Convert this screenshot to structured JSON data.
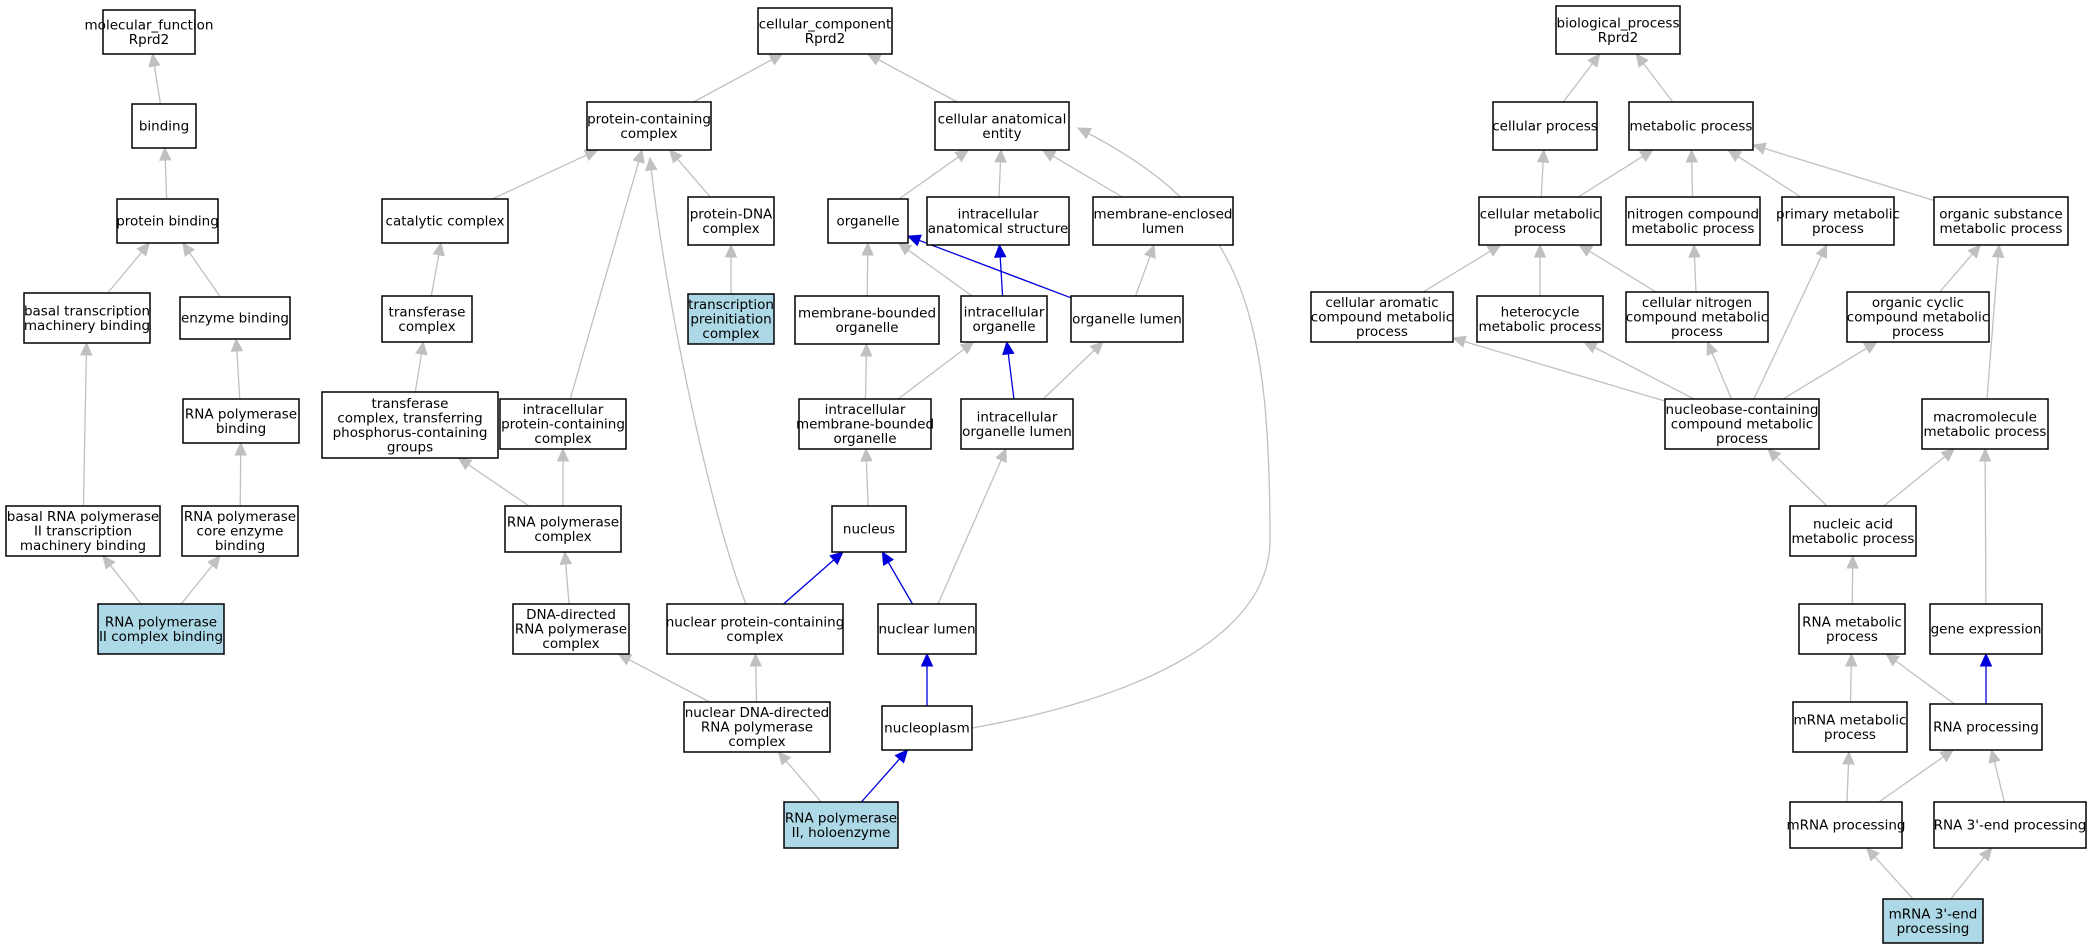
{
  "colors": {
    "edge_default": "#c0c0c0",
    "edge_highlight": "#0000dd",
    "node_default": "#ffffff",
    "node_highlight": "#add8e6"
  },
  "nodes": [
    {
      "id": "mf_root",
      "lines": [
        "molecular_function",
        "Rprd2"
      ],
      "highlight": false
    },
    {
      "id": "binding",
      "lines": [
        "binding"
      ],
      "highlight": false
    },
    {
      "id": "protein_binding",
      "lines": [
        "protein binding"
      ],
      "highlight": false
    },
    {
      "id": "basal_tx_machinery_binding",
      "lines": [
        "basal transcription",
        "machinery binding"
      ],
      "highlight": false
    },
    {
      "id": "enzyme_binding",
      "lines": [
        "enzyme binding"
      ],
      "highlight": false
    },
    {
      "id": "rnap_binding",
      "lines": [
        "RNA polymerase",
        "binding"
      ],
      "highlight": false
    },
    {
      "id": "basal_rnapii_tx_machinery_binding",
      "lines": [
        "basal RNA polymerase",
        "II transcription",
        "machinery binding"
      ],
      "highlight": false
    },
    {
      "id": "rnap_core_enzyme_binding",
      "lines": [
        "RNA polymerase",
        "core enzyme",
        "binding"
      ],
      "highlight": false
    },
    {
      "id": "rnapii_complex_binding",
      "lines": [
        "RNA polymerase",
        "II complex binding"
      ],
      "highlight": true
    },
    {
      "id": "cc_root",
      "lines": [
        "cellular_component",
        "Rprd2"
      ],
      "highlight": false
    },
    {
      "id": "protein_containing_complex",
      "lines": [
        "protein-containing",
        "complex"
      ],
      "highlight": false
    },
    {
      "id": "cellular_anatomical_entity",
      "lines": [
        "cellular anatomical",
        "entity"
      ],
      "highlight": false
    },
    {
      "id": "catalytic_complex",
      "lines": [
        "catalytic complex"
      ],
      "highlight": false
    },
    {
      "id": "protein_dna_complex",
      "lines": [
        "protein-DNA",
        "complex"
      ],
      "highlight": false
    },
    {
      "id": "organelle",
      "lines": [
        "organelle"
      ],
      "highlight": false
    },
    {
      "id": "intracellular_anatomical_structure",
      "lines": [
        "intracellular",
        "anatomical structure"
      ],
      "highlight": false
    },
    {
      "id": "membrane_enclosed_lumen",
      "lines": [
        "membrane-enclosed",
        "lumen"
      ],
      "highlight": false
    },
    {
      "id": "transferase_complex",
      "lines": [
        "transferase",
        "complex"
      ],
      "highlight": false
    },
    {
      "id": "transcription_preinitiation_complex",
      "lines": [
        "transcription",
        "preinitiation",
        "complex"
      ],
      "highlight": true
    },
    {
      "id": "membrane_bounded_organelle",
      "lines": [
        "membrane-bounded",
        "organelle"
      ],
      "highlight": false
    },
    {
      "id": "intracellular_organelle",
      "lines": [
        "intracellular",
        "organelle"
      ],
      "highlight": false
    },
    {
      "id": "organelle_lumen",
      "lines": [
        "organelle lumen"
      ],
      "highlight": false
    },
    {
      "id": "transferase_complex_phosphorus",
      "lines": [
        "transferase",
        "complex, transferring",
        "phosphorus-containing",
        "groups"
      ],
      "highlight": false
    },
    {
      "id": "intracellular_protein_containing_complex",
      "lines": [
        "intracellular",
        "protein-containing",
        "complex"
      ],
      "highlight": false
    },
    {
      "id": "intracellular_membrane_bounded_organelle",
      "lines": [
        "intracellular",
        "membrane-bounded",
        "organelle"
      ],
      "highlight": false
    },
    {
      "id": "intracellular_organelle_lumen",
      "lines": [
        "intracellular",
        "organelle lumen"
      ],
      "highlight": false
    },
    {
      "id": "rna_polymerase_complex",
      "lines": [
        "RNA polymerase",
        "complex"
      ],
      "highlight": false
    },
    {
      "id": "nucleus",
      "lines": [
        "nucleus"
      ],
      "highlight": false
    },
    {
      "id": "dna_directed_rnap_complex",
      "lines": [
        "DNA-directed",
        "RNA polymerase",
        "complex"
      ],
      "highlight": false
    },
    {
      "id": "nuclear_protein_containing_complex",
      "lines": [
        "nuclear protein-containing",
        "complex"
      ],
      "highlight": false
    },
    {
      "id": "nuclear_lumen",
      "lines": [
        "nuclear lumen"
      ],
      "highlight": false
    },
    {
      "id": "nuclear_dna_directed_rnap_complex",
      "lines": [
        "nuclear DNA-directed",
        "RNA polymerase",
        "complex"
      ],
      "highlight": false
    },
    {
      "id": "nucleoplasm",
      "lines": [
        "nucleoplasm"
      ],
      "highlight": false
    },
    {
      "id": "rnapii_holoenzyme",
      "lines": [
        "RNA polymerase",
        "II, holoenzyme"
      ],
      "highlight": true
    },
    {
      "id": "bp_root",
      "lines": [
        "biological_process",
        "Rprd2"
      ],
      "highlight": false
    },
    {
      "id": "cellular_process",
      "lines": [
        "cellular process"
      ],
      "highlight": false
    },
    {
      "id": "metabolic_process",
      "lines": [
        "metabolic process"
      ],
      "highlight": false
    },
    {
      "id": "cellular_metabolic_process",
      "lines": [
        "cellular metabolic",
        "process"
      ],
      "highlight": false
    },
    {
      "id": "nitrogen_compound_metabolic_process",
      "lines": [
        "nitrogen compound",
        "metabolic process"
      ],
      "highlight": false
    },
    {
      "id": "primary_metabolic_process",
      "lines": [
        "primary metabolic",
        "process"
      ],
      "highlight": false
    },
    {
      "id": "organic_substance_metabolic_process",
      "lines": [
        "organic substance",
        "metabolic process"
      ],
      "highlight": false
    },
    {
      "id": "cellular_aromatic_compound_metabolic_process",
      "lines": [
        "cellular aromatic",
        "compound metabolic",
        "process"
      ],
      "highlight": false
    },
    {
      "id": "heterocycle_metabolic_process",
      "lines": [
        "heterocycle",
        "metabolic process"
      ],
      "highlight": false
    },
    {
      "id": "cellular_nitrogen_compound_metabolic_process",
      "lines": [
        "cellular nitrogen",
        "compound metabolic",
        "process"
      ],
      "highlight": false
    },
    {
      "id": "organic_cyclic_compound_metabolic_process",
      "lines": [
        "organic cyclic",
        "compound metabolic",
        "process"
      ],
      "highlight": false
    },
    {
      "id": "nucleobase_containing_compound_metabolic_process",
      "lines": [
        "nucleobase-containing",
        "compound metabolic",
        "process"
      ],
      "highlight": false
    },
    {
      "id": "macromolecule_metabolic_process",
      "lines": [
        "macromolecule",
        "metabolic process"
      ],
      "highlight": false
    },
    {
      "id": "nucleic_acid_metabolic_process",
      "lines": [
        "nucleic acid",
        "metabolic process"
      ],
      "highlight": false
    },
    {
      "id": "rna_metabolic_process",
      "lines": [
        "RNA metabolic",
        "process"
      ],
      "highlight": false
    },
    {
      "id": "gene_expression",
      "lines": [
        "gene expression"
      ],
      "highlight": false
    },
    {
      "id": "mrna_metabolic_process",
      "lines": [
        "mRNA metabolic",
        "process"
      ],
      "highlight": false
    },
    {
      "id": "rna_processing",
      "lines": [
        "RNA processing"
      ],
      "highlight": false
    },
    {
      "id": "mrna_processing",
      "lines": [
        "mRNA processing"
      ],
      "highlight": false
    },
    {
      "id": "rna_3_end_processing",
      "lines": [
        "RNA 3'-end processing"
      ],
      "highlight": false
    },
    {
      "id": "mrna_3_end_processing",
      "lines": [
        "mRNA 3'-end",
        "processing"
      ],
      "highlight": true
    }
  ],
  "edges": [
    {
      "from": "binding",
      "to": "mf_root",
      "highlight": false
    },
    {
      "from": "protein_binding",
      "to": "binding",
      "highlight": false
    },
    {
      "from": "basal_tx_machinery_binding",
      "to": "protein_binding",
      "highlight": false
    },
    {
      "from": "enzyme_binding",
      "to": "protein_binding",
      "highlight": false
    },
    {
      "from": "rnap_binding",
      "to": "enzyme_binding",
      "highlight": false
    },
    {
      "from": "basal_rnapii_tx_machinery_binding",
      "to": "basal_tx_machinery_binding",
      "highlight": false
    },
    {
      "from": "rnap_core_enzyme_binding",
      "to": "rnap_binding",
      "highlight": false
    },
    {
      "from": "rnapii_complex_binding",
      "to": "basal_rnapii_tx_machinery_binding",
      "highlight": false
    },
    {
      "from": "rnapii_complex_binding",
      "to": "rnap_core_enzyme_binding",
      "highlight": false
    },
    {
      "from": "protein_containing_complex",
      "to": "cc_root",
      "highlight": false
    },
    {
      "from": "cellular_anatomical_entity",
      "to": "cc_root",
      "highlight": false
    },
    {
      "from": "catalytic_complex",
      "to": "protein_containing_complex",
      "highlight": false
    },
    {
      "from": "protein_dna_complex",
      "to": "protein_containing_complex",
      "highlight": false
    },
    {
      "from": "intracellular_protein_containing_complex",
      "to": "protein_containing_complex",
      "highlight": false
    },
    {
      "from": "nuclear_protein_containing_complex",
      "to": "protein_containing_complex",
      "highlight": false
    },
    {
      "from": "organelle",
      "to": "cellular_anatomical_entity",
      "highlight": false
    },
    {
      "from": "intracellular_anatomical_structure",
      "to": "cellular_anatomical_entity",
      "highlight": false
    },
    {
      "from": "membrane_enclosed_lumen",
      "to": "cellular_anatomical_entity",
      "highlight": false
    },
    {
      "from": "nucleoplasm",
      "to": "cellular_anatomical_entity",
      "highlight": false
    },
    {
      "from": "transferase_complex",
      "to": "catalytic_complex",
      "highlight": false
    },
    {
      "from": "transcription_preinitiation_complex",
      "to": "protein_dna_complex",
      "highlight": false
    },
    {
      "from": "membrane_bounded_organelle",
      "to": "organelle",
      "highlight": false
    },
    {
      "from": "intracellular_organelle",
      "to": "organelle",
      "highlight": false
    },
    {
      "from": "organelle_lumen",
      "to": "organelle",
      "highlight": true
    },
    {
      "from": "intracellular_organelle",
      "to": "intracellular_anatomical_structure",
      "highlight": true
    },
    {
      "from": "organelle_lumen",
      "to": "membrane_enclosed_lumen",
      "highlight": false
    },
    {
      "from": "transferase_complex_phosphorus",
      "to": "transferase_complex",
      "highlight": false
    },
    {
      "from": "intracellular_membrane_bounded_organelle",
      "to": "membrane_bounded_organelle",
      "highlight": false
    },
    {
      "from": "intracellular_membrane_bounded_organelle",
      "to": "intracellular_organelle",
      "highlight": false
    },
    {
      "from": "intracellular_organelle_lumen",
      "to": "intracellular_organelle",
      "highlight": true
    },
    {
      "from": "intracellular_organelle_lumen",
      "to": "organelle_lumen",
      "highlight": false
    },
    {
      "from": "rna_polymerase_complex",
      "to": "transferase_complex_phosphorus",
      "highlight": false
    },
    {
      "from": "rna_polymerase_complex",
      "to": "intracellular_protein_containing_complex",
      "highlight": false
    },
    {
      "from": "nucleus",
      "to": "intracellular_membrane_bounded_organelle",
      "highlight": false
    },
    {
      "from": "dna_directed_rnap_complex",
      "to": "rna_polymerase_complex",
      "highlight": false
    },
    {
      "from": "nuclear_protein_containing_complex",
      "to": "nucleus",
      "highlight": true
    },
    {
      "from": "nuclear_lumen",
      "to": "nucleus",
      "highlight": true
    },
    {
      "from": "nuclear_lumen",
      "to": "intracellular_organelle_lumen",
      "highlight": false
    },
    {
      "from": "nuclear_dna_directed_rnap_complex",
      "to": "dna_directed_rnap_complex",
      "highlight": false
    },
    {
      "from": "nuclear_dna_directed_rnap_complex",
      "to": "nuclear_protein_containing_complex",
      "highlight": false
    },
    {
      "from": "nucleoplasm",
      "to": "nuclear_lumen",
      "highlight": true
    },
    {
      "from": "rnapii_holoenzyme",
      "to": "nuclear_dna_directed_rnap_complex",
      "highlight": false
    },
    {
      "from": "rnapii_holoenzyme",
      "to": "nucleoplasm",
      "highlight": true
    },
    {
      "from": "cellular_process",
      "to": "bp_root",
      "highlight": false
    },
    {
      "from": "metabolic_process",
      "to": "bp_root",
      "highlight": false
    },
    {
      "from": "cellular_metabolic_process",
      "to": "cellular_process",
      "highlight": false
    },
    {
      "from": "cellular_metabolic_process",
      "to": "metabolic_process",
      "highlight": false
    },
    {
      "from": "nitrogen_compound_metabolic_process",
      "to": "metabolic_process",
      "highlight": false
    },
    {
      "from": "primary_metabolic_process",
      "to": "metabolic_process",
      "highlight": false
    },
    {
      "from": "organic_substance_metabolic_process",
      "to": "metabolic_process",
      "highlight": false
    },
    {
      "from": "cellular_aromatic_compound_metabolic_process",
      "to": "cellular_metabolic_process",
      "highlight": false
    },
    {
      "from": "heterocycle_metabolic_process",
      "to": "cellular_metabolic_process",
      "highlight": false
    },
    {
      "from": "cellular_nitrogen_compound_metabolic_process",
      "to": "cellular_metabolic_process",
      "highlight": false
    },
    {
      "from": "cellular_nitrogen_compound_metabolic_process",
      "to": "nitrogen_compound_metabolic_process",
      "highlight": false
    },
    {
      "from": "organic_cyclic_compound_metabolic_process",
      "to": "organic_substance_metabolic_process",
      "highlight": false
    },
    {
      "from": "nucleobase_containing_compound_metabolic_process",
      "to": "cellular_aromatic_compound_metabolic_process",
      "highlight": false
    },
    {
      "from": "nucleobase_containing_compound_metabolic_process",
      "to": "heterocycle_metabolic_process",
      "highlight": false
    },
    {
      "from": "nucleobase_containing_compound_metabolic_process",
      "to": "cellular_nitrogen_compound_metabolic_process",
      "highlight": false
    },
    {
      "from": "nucleobase_containing_compound_metabolic_process",
      "to": "primary_metabolic_process",
      "highlight": false
    },
    {
      "from": "nucleobase_containing_compound_metabolic_process",
      "to": "organic_cyclic_compound_metabolic_process",
      "highlight": false
    },
    {
      "from": "macromolecule_metabolic_process",
      "to": "organic_substance_metabolic_process",
      "highlight": false
    },
    {
      "from": "nucleic_acid_metabolic_process",
      "to": "nucleobase_containing_compound_metabolic_process",
      "highlight": false
    },
    {
      "from": "nucleic_acid_metabolic_process",
      "to": "macromolecule_metabolic_process",
      "highlight": false
    },
    {
      "from": "rna_metabolic_process",
      "to": "nucleic_acid_metabolic_process",
      "highlight": false
    },
    {
      "from": "gene_expression",
      "to": "macromolecule_metabolic_process",
      "highlight": false
    },
    {
      "from": "mrna_metabolic_process",
      "to": "rna_metabolic_process",
      "highlight": false
    },
    {
      "from": "rna_processing",
      "to": "rna_metabolic_process",
      "highlight": false
    },
    {
      "from": "rna_processing",
      "to": "gene_expression",
      "highlight": true
    },
    {
      "from": "mrna_processing",
      "to": "mrna_metabolic_process",
      "highlight": false
    },
    {
      "from": "mrna_processing",
      "to": "rna_processing",
      "highlight": false
    },
    {
      "from": "rna_3_end_processing",
      "to": "rna_processing",
      "highlight": false
    },
    {
      "from": "mrna_3_end_processing",
      "to": "mrna_processing",
      "highlight": false
    },
    {
      "from": "mrna_3_end_processing",
      "to": "rna_3_end_processing",
      "highlight": false
    }
  ]
}
